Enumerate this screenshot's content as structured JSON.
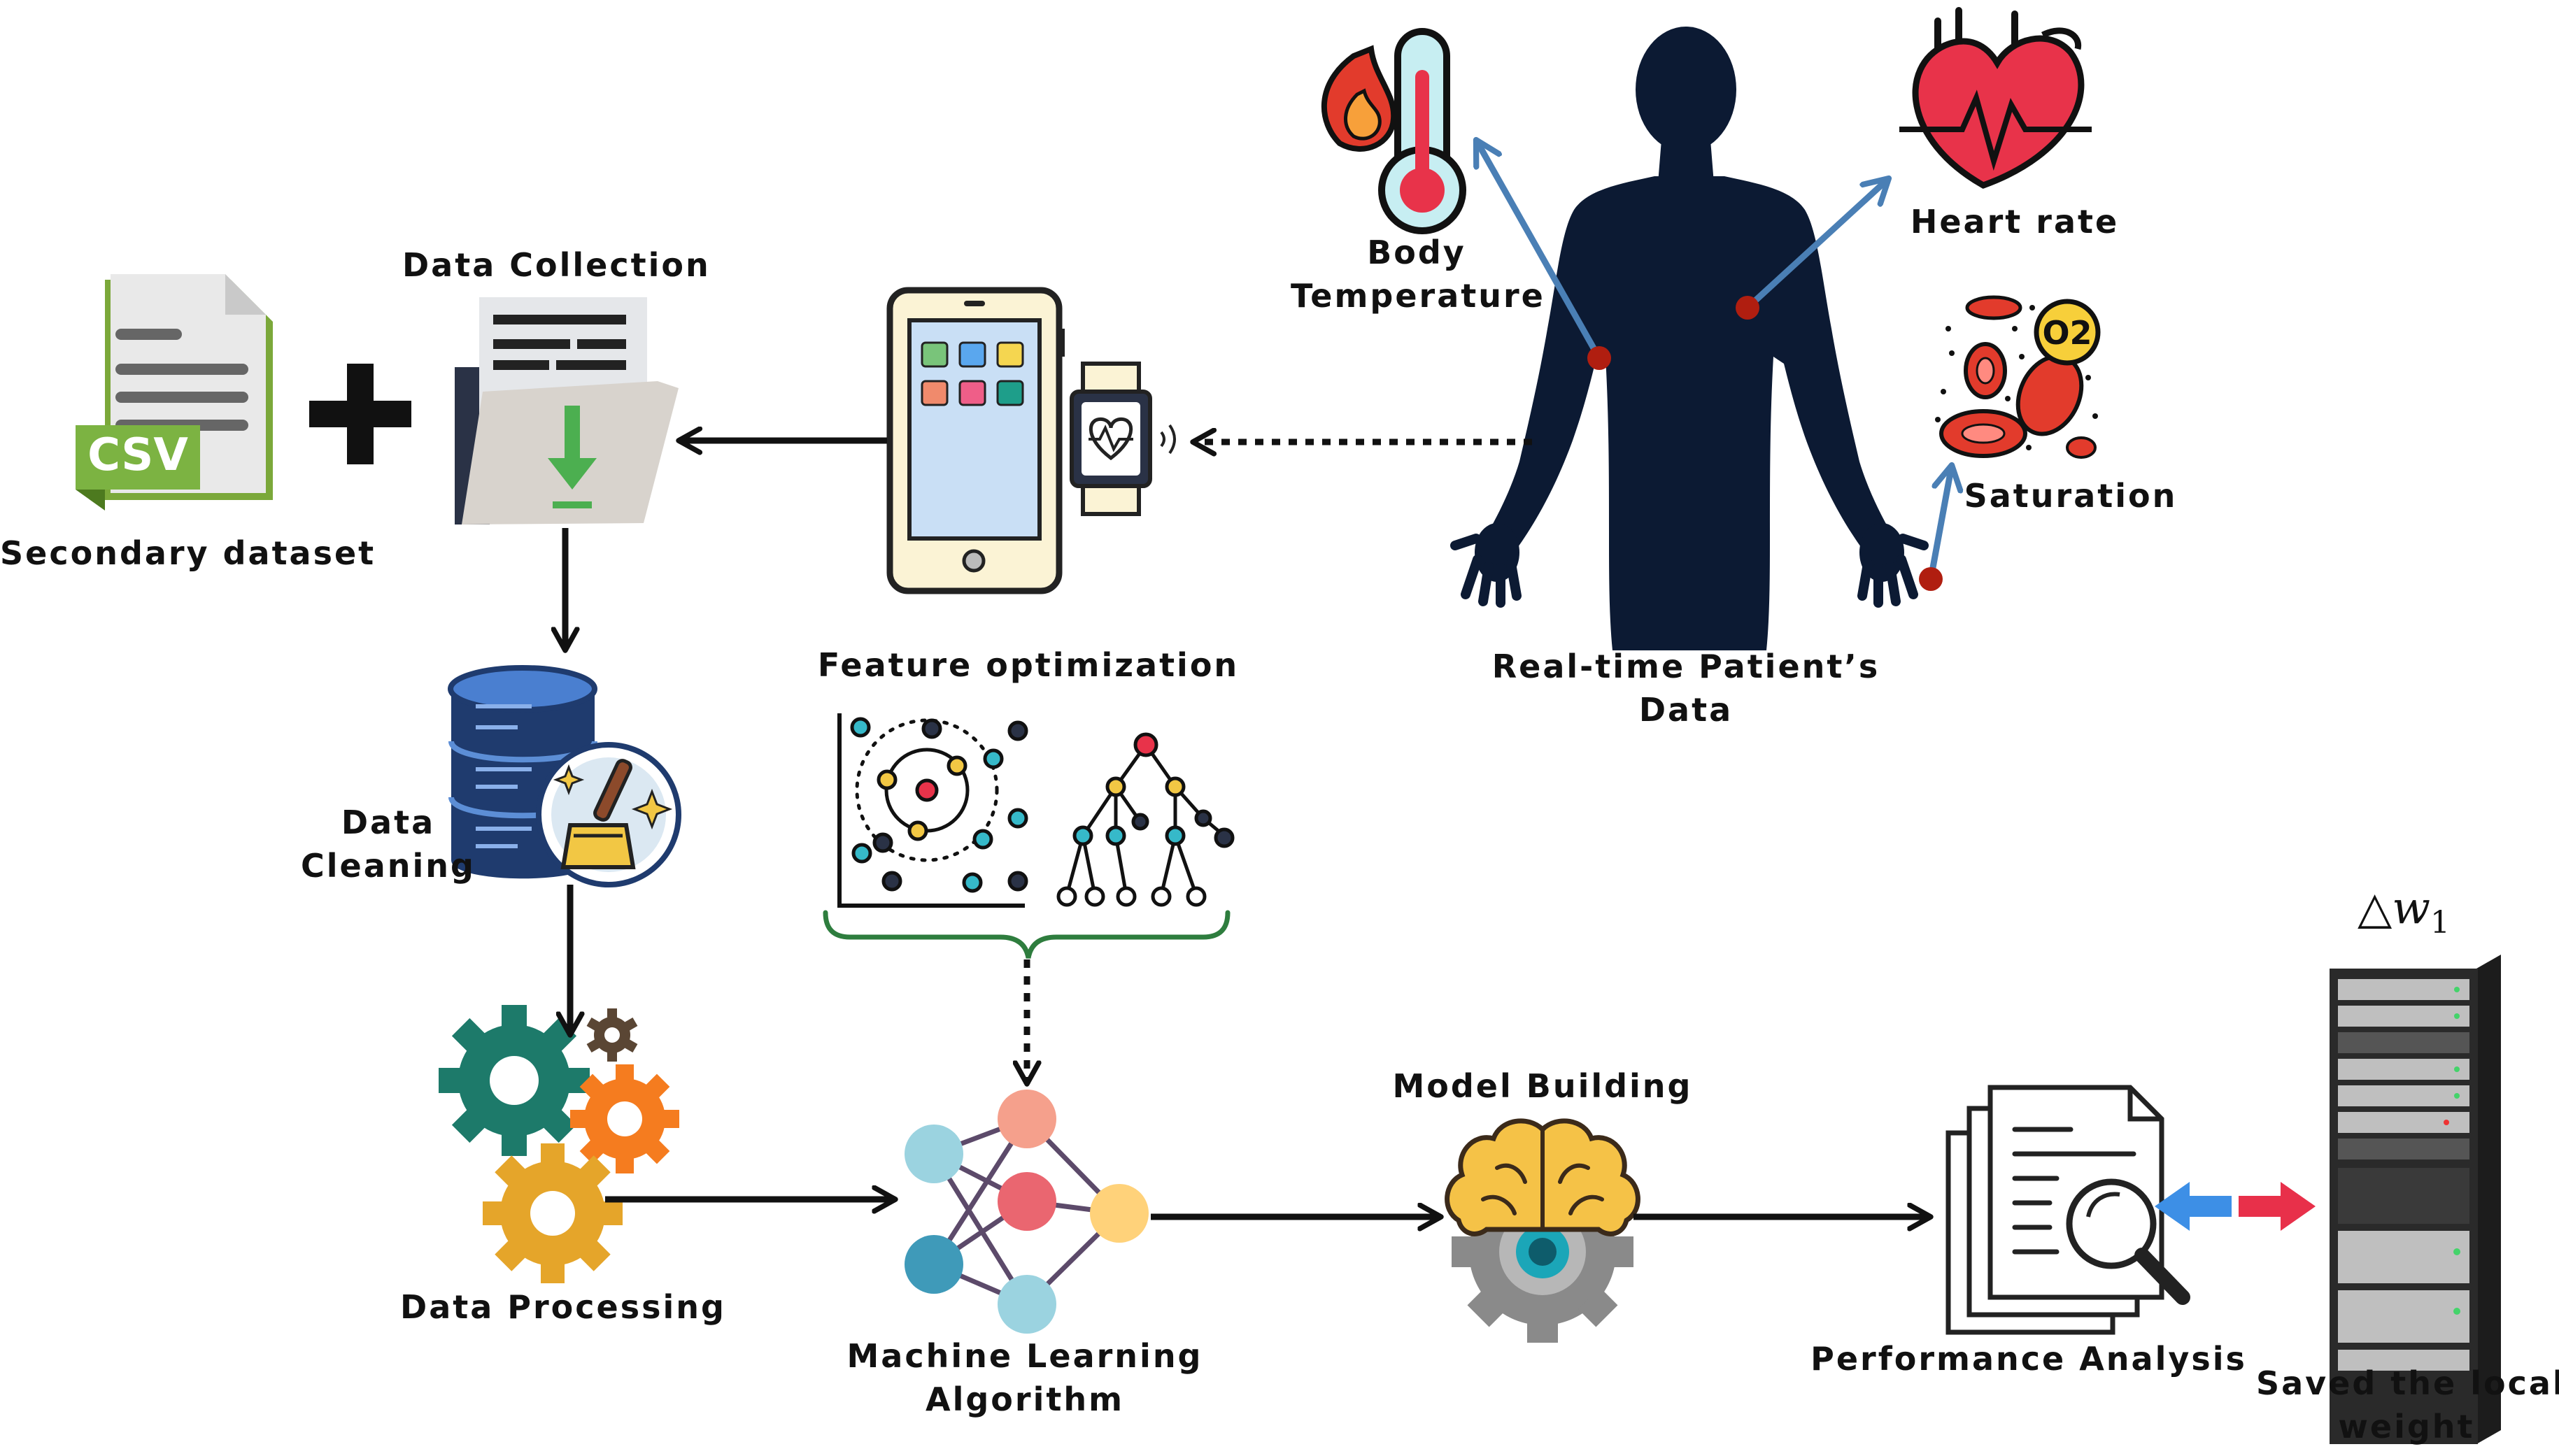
{
  "labels": {
    "secondary_dataset": "Secondary dataset",
    "data_collection": "Data Collection",
    "data_cleaning_line1": "Data",
    "data_cleaning_line2": "Cleaning",
    "data_processing": "Data Processing",
    "feature_optimization": "Feature optimization",
    "ml_line1": "Machine Learning",
    "ml_line2": "Algorithm",
    "model_building": "Model Building",
    "performance_analysis": "Performance Analysis",
    "saved_line1": "Saved the local",
    "saved_line2": "weight",
    "body_temp_line1": "Body",
    "body_temp_line2": "Temperature",
    "heart_rate": "Heart rate",
    "saturation": "Saturation",
    "patient_line1": "Real-time Patient’s",
    "patient_line2": "Data",
    "csv": "CSV",
    "o2": "O2",
    "delta_symbol": "△",
    "weight_var": "w",
    "weight_sub": "1"
  },
  "icons": {
    "csv": "csv-file-icon",
    "plus": "plus-icon",
    "folder": "download-folder-icon",
    "phone": "smartphone-icon",
    "watch": "smartwatch-icon",
    "person": "human-silhouette-icon",
    "thermometer": "thermometer-icon",
    "heart": "heart-icon",
    "blood": "blood-cells-icon",
    "database": "database-cleaning-icon",
    "gears": "gears-icon",
    "scatter": "scatter-cluster-icon",
    "tree": "decision-tree-icon",
    "network": "neural-network-icon",
    "brain": "brain-gear-icon",
    "report": "report-search-icon",
    "server": "server-rack-icon"
  },
  "colors": {
    "arrow": "#111111",
    "sensor_link": "#4a7fb5",
    "sensor_dot": "#b01e10",
    "silhouette": "#0c1a33",
    "brace": "#2e7d3e",
    "exchange_left": "#3d8fe6",
    "exchange_right": "#e8304a"
  }
}
